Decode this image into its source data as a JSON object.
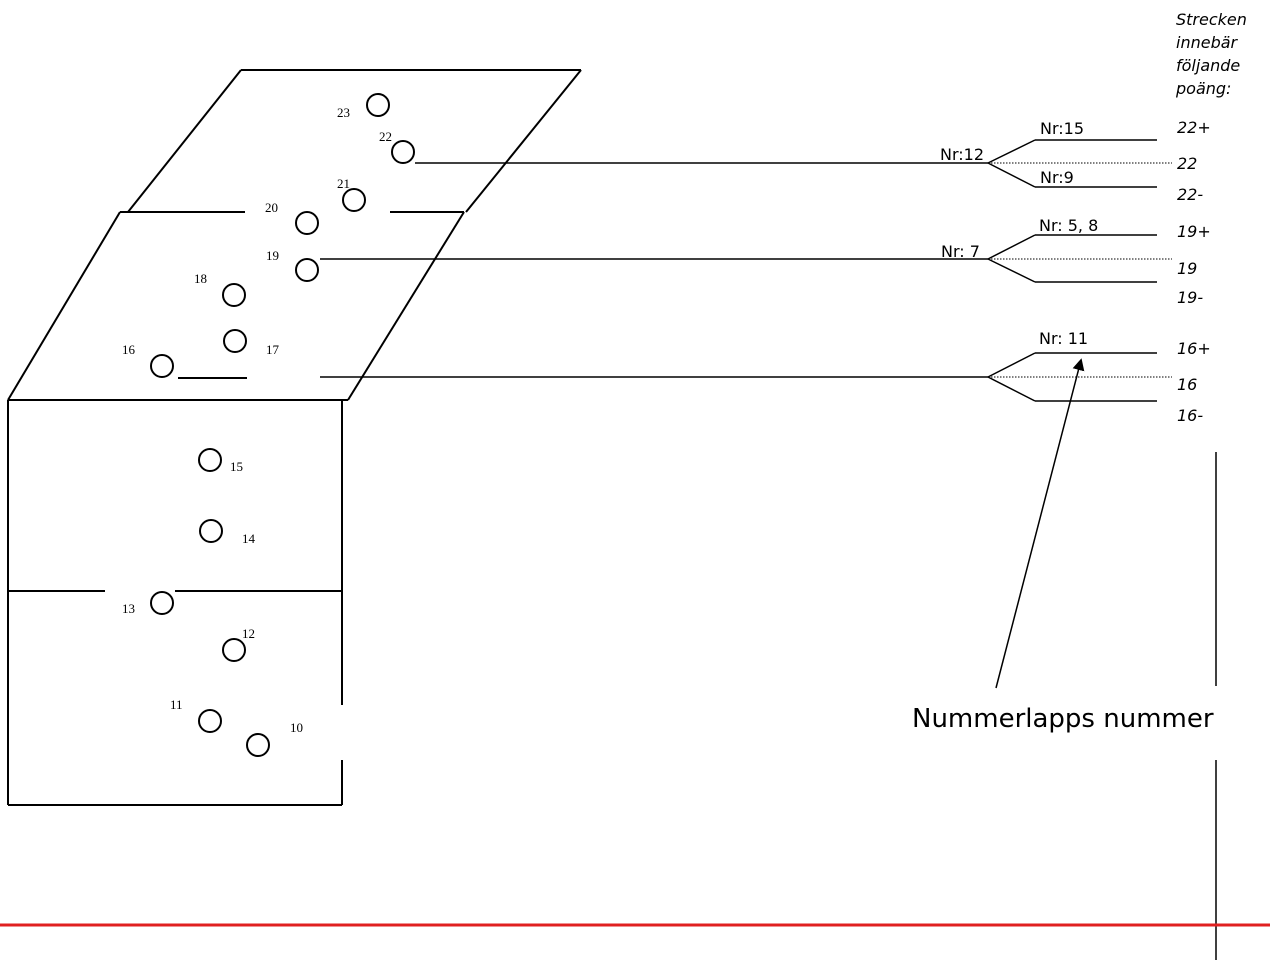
{
  "legend": {
    "line1": "Strecken",
    "line2": "innebär",
    "line3": "följande",
    "line4": "poäng:"
  },
  "holes": {
    "h10": "10",
    "h11": "11",
    "h12": "12",
    "h13": "13",
    "h14": "14",
    "h15": "15",
    "h16": "16",
    "h17": "17",
    "h18": "18",
    "h19": "19",
    "h20": "20",
    "h21": "21",
    "h22": "22",
    "h23": "23"
  },
  "branches": {
    "top": {
      "left": "Nr:12",
      "upper": "Nr:15",
      "lower": "Nr:9"
    },
    "mid": {
      "left": "Nr: 7",
      "upper": "Nr: 5, 8"
    },
    "low": {
      "upper": "Nr: 11"
    }
  },
  "scores": {
    "s22p": "22+",
    "s22": "22",
    "s22m": "22-",
    "s19p": "19+",
    "s19": "19",
    "s19m": "19-",
    "s16p": "16+",
    "s16": "16",
    "s16m": "16-"
  },
  "callout": "Nummerlapps nummer",
  "colors": {
    "ink": "#000000",
    "footer_line": "#e02020"
  }
}
